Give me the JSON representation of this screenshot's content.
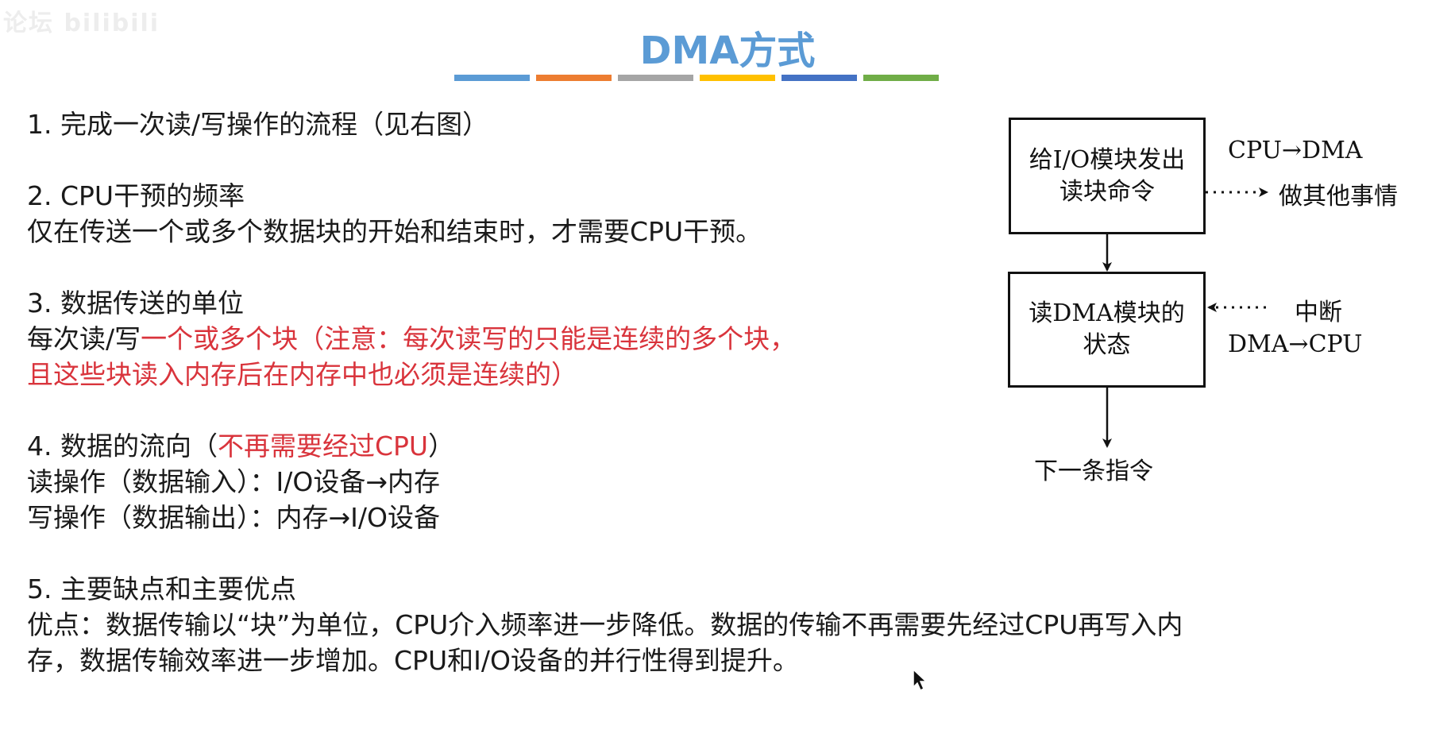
{
  "watermark": "论坛 bilibili",
  "title": "DMA方式",
  "title_bar_colors": [
    "#5b9bd5",
    "#ed7d31",
    "#a5a5a5",
    "#ffc000",
    "#4472c4",
    "#70ad47"
  ],
  "sections": {
    "s1": {
      "heading": "1. 完成一次读/写操作的流程（见右图）"
    },
    "s2": {
      "heading": "2. CPU干预的频率",
      "line1": "仅在传送一个或多个数据块的开始和结束时，才需要CPU干预。"
    },
    "s3": {
      "heading": "3. 数据传送的单位",
      "line1_black": "每次读/写",
      "line1_red": "一个或多个块（注意：每次读写的只能是连续的多个块，",
      "line2_red": "且这些块读入内存后在内存中也必须是连续的）"
    },
    "s4": {
      "heading_black": "4. 数据的流向（",
      "heading_red": "不再需要经过CPU",
      "heading_end": "）",
      "read": "读操作（数据输入）：I/O设备→内存",
      "write": "写操作（数据输出）：内存→I/O设备"
    },
    "s5": {
      "heading": "5. 主要缺点和主要优点",
      "line1": "优点：数据传输以“块”为单位，CPU介入频率进一步降低。数据的传输不再需要先经过CPU再写入内",
      "line2": "存，数据传输效率进一步增加。CPU和I/O设备的并行性得到提升。"
    }
  },
  "diagram": {
    "box1": {
      "line1": "给I/O模块发出",
      "line2": "读块命令"
    },
    "box2": {
      "line1": "读DMA模块的",
      "line2": "状态"
    },
    "label_cpu_dma": "CPU→DMA",
    "label_other": "做其他事情",
    "label_interrupt": "中断",
    "label_dma_cpu": "DMA→CPU",
    "label_next": "下一条指令"
  }
}
